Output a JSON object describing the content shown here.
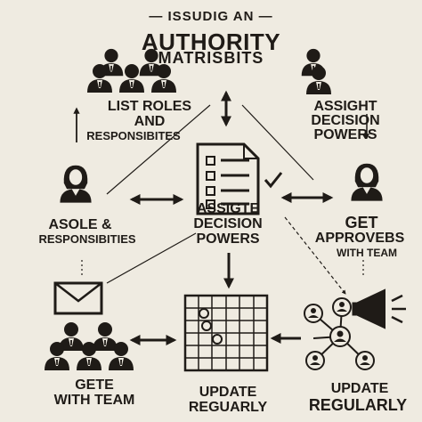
{
  "title": {
    "line1": "ISSUDIG AN",
    "line2": "AUTHORITY",
    "line3": "MATRISBITS"
  },
  "nodes": {
    "top_left": {
      "line1": "LIST ROLES",
      "line2": "AND",
      "line3": "RESPONSIBITES"
    },
    "top_right": {
      "line1": "ASSIGHT",
      "line2": "DECISION",
      "line3": "POWERS"
    },
    "mid_left": {
      "line1": "ASOLE &",
      "line2": "RESPONSIBITIES"
    },
    "center": {
      "line1": "ASSIGTE",
      "line2": "DECISION",
      "line3": "POWERS"
    },
    "mid_right": {
      "line1": "GET",
      "line2": "APPROVEBS",
      "line3": "WITH TEAM"
    },
    "bottom_left": {
      "line1": "GETE",
      "line2": "WITH TEAM"
    },
    "bottom_center": {
      "line1": "UPDATE",
      "line2": "REGUARLY"
    },
    "bottom_right": {
      "line1": "UPDATE",
      "line2": "REGULARLY"
    }
  },
  "colors": {
    "ink": "#1f1b17",
    "background": "#efebe1"
  },
  "icons": [
    "group-people-icon",
    "person-icon",
    "woman-icon",
    "document-checklist-icon",
    "checkmark-icon",
    "envelope-icon",
    "grid-matrix-icon",
    "megaphone-icon",
    "network-people-icon"
  ]
}
